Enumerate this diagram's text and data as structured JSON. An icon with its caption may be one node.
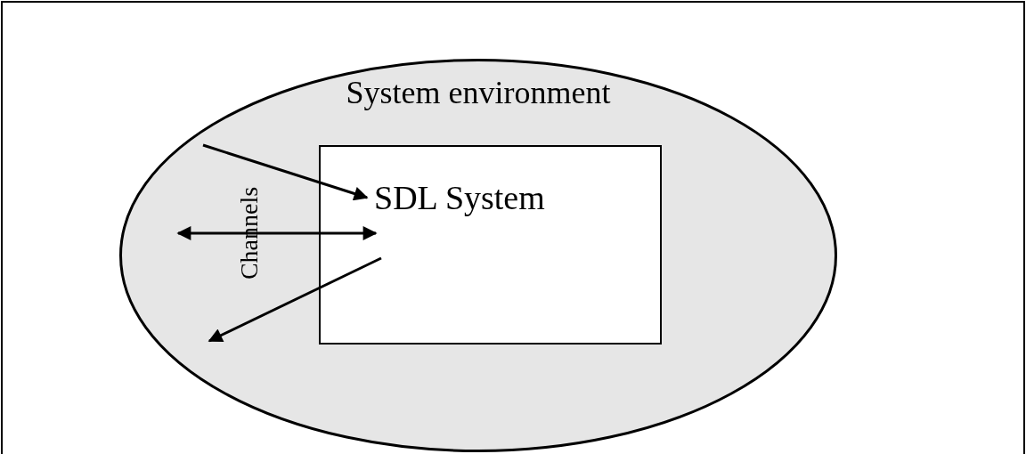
{
  "diagram": {
    "nodes": [
      {
        "text": [
          "System environment"
        ]
      },
      {
        "text": [
          "SDL System"
        ],
        "in": 0
      }
    ],
    "edges": [
      {
        "from": null,
        "to": 1,
        "arrow": "to"
      },
      {
        "from": null,
        "to": 1,
        "arrow": "both"
      },
      {
        "from": 1,
        "to": null,
        "arrow": "to"
      }
    ],
    "labels": [
      "Channels"
    ]
  }
}
